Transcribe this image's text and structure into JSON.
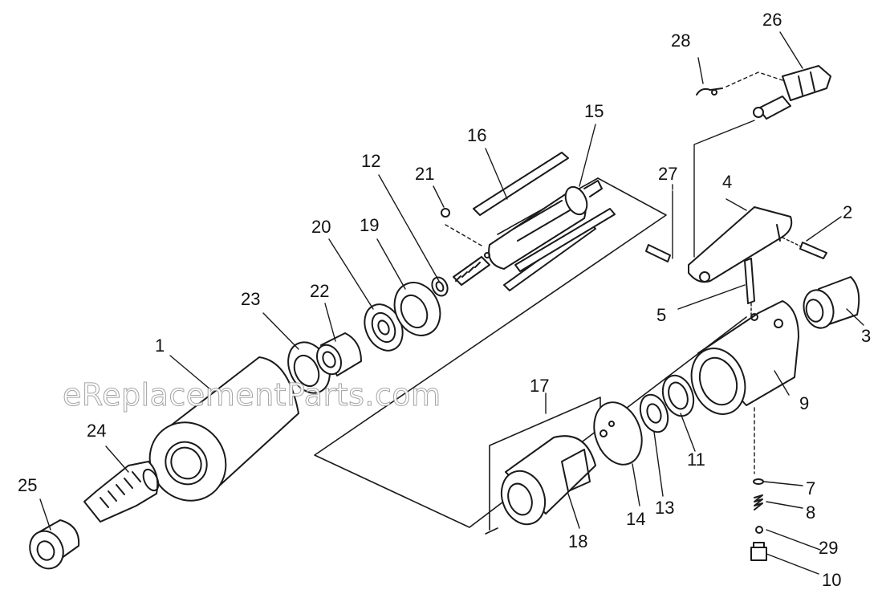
{
  "watermark": "eReplacementParts.com",
  "parts": [
    {
      "id": "p1",
      "label": "1"
    },
    {
      "id": "p2",
      "label": "2"
    },
    {
      "id": "p3",
      "label": "3"
    },
    {
      "id": "p4",
      "label": "4"
    },
    {
      "id": "p5",
      "label": "5"
    },
    {
      "id": "p7",
      "label": "7"
    },
    {
      "id": "p8",
      "label": "8"
    },
    {
      "id": "p9",
      "label": "9"
    },
    {
      "id": "p10",
      "label": "10"
    },
    {
      "id": "p11",
      "label": "11"
    },
    {
      "id": "p12",
      "label": "12"
    },
    {
      "id": "p13",
      "label": "13"
    },
    {
      "id": "p14",
      "label": "14"
    },
    {
      "id": "p15",
      "label": "15"
    },
    {
      "id": "p16",
      "label": "16"
    },
    {
      "id": "p17",
      "label": "17"
    },
    {
      "id": "p18",
      "label": "18"
    },
    {
      "id": "p19",
      "label": "19"
    },
    {
      "id": "p20",
      "label": "20"
    },
    {
      "id": "p21",
      "label": "21"
    },
    {
      "id": "p22",
      "label": "22"
    },
    {
      "id": "p23",
      "label": "23"
    },
    {
      "id": "p24",
      "label": "24"
    },
    {
      "id": "p25",
      "label": "25"
    },
    {
      "id": "p26",
      "label": "26"
    },
    {
      "id": "p27",
      "label": "27"
    },
    {
      "id": "p28",
      "label": "28"
    },
    {
      "id": "p29",
      "label": "29"
    }
  ]
}
